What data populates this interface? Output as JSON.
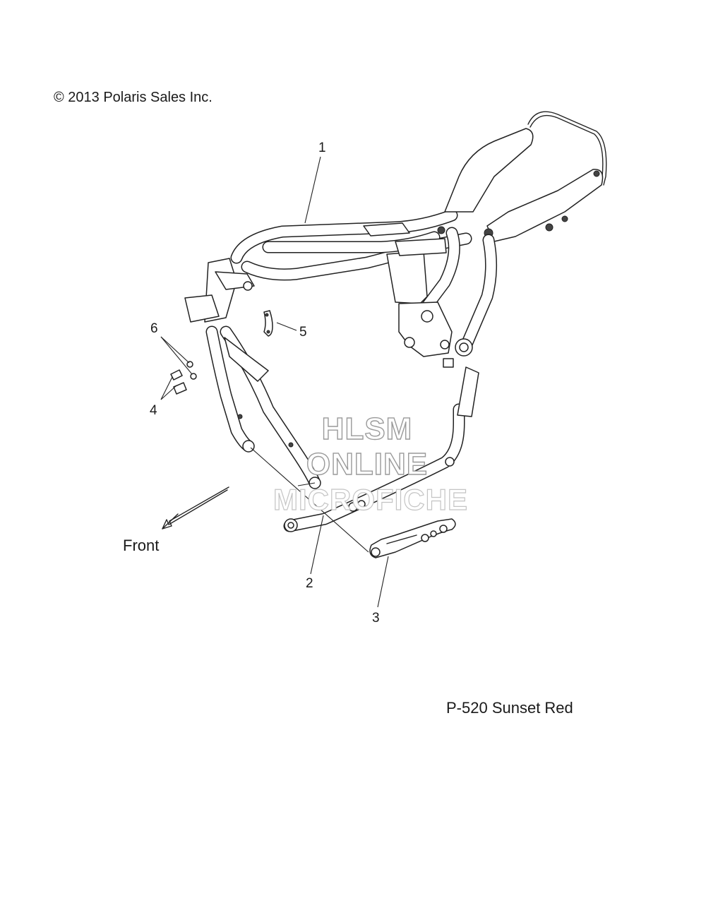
{
  "copyright": "© 2013 Polaris Sales Inc.",
  "direction_label": "Front",
  "part_code": "P-520  Sunset Red",
  "watermark": {
    "line1": "HLSM",
    "line2": "ONLINE",
    "line3": "MICROFICHE"
  },
  "callouts": [
    "1",
    "2",
    "3",
    "4",
    "5",
    "6"
  ]
}
